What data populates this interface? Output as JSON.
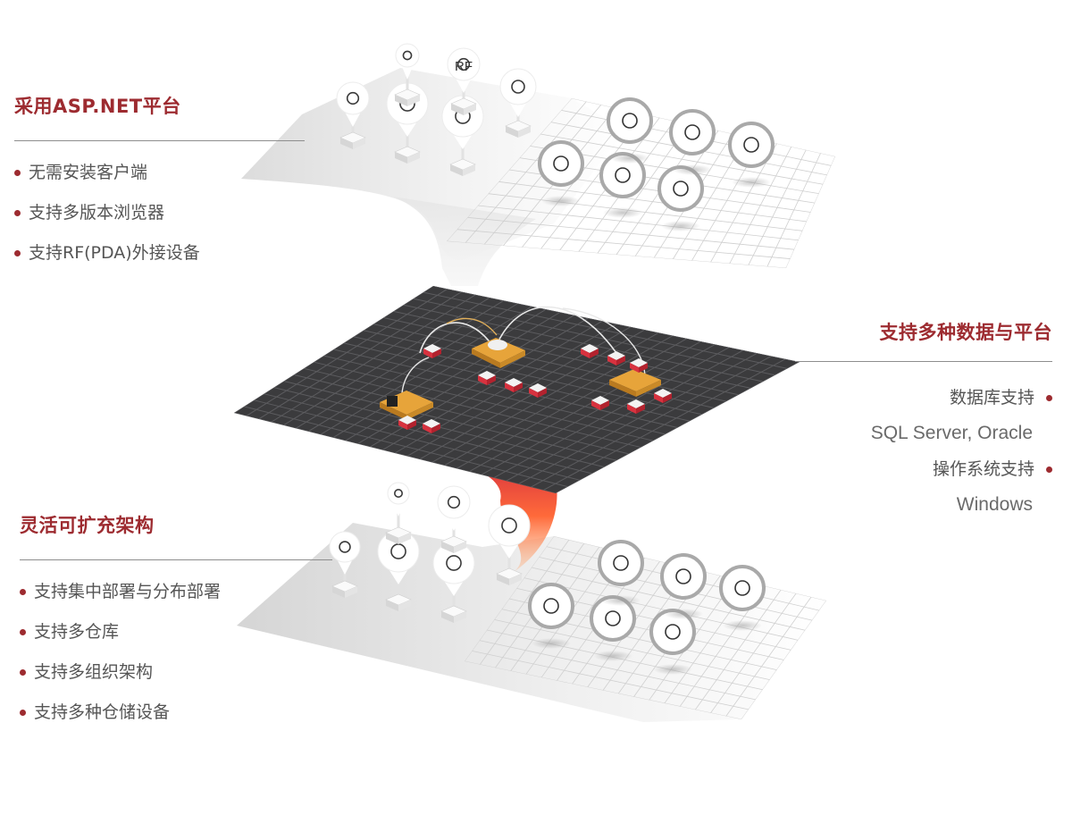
{
  "top_section": {
    "heading": "采用ASP.NET平台",
    "items": [
      "无需安装客户端",
      "支持多版本浏览器",
      "支持RF(PDA)外接设备"
    ],
    "pin_text": "RF"
  },
  "middle_section": {
    "heading": "支持多种数据与平台",
    "items": [
      {
        "text": "数据库支持",
        "bullet": true
      },
      {
        "text": "SQL Server, Oracle",
        "bullet": false
      },
      {
        "text": "操作系统支持",
        "bullet": true
      },
      {
        "text": "Windows",
        "bullet": false
      }
    ]
  },
  "bottom_section": {
    "heading": "灵活可扩充架构",
    "items": [
      "支持集中部署与分布部署",
      "支持多仓库",
      "支持多组织架构",
      "支持多种仓储设备"
    ]
  },
  "colors": {
    "accent": "#9d2b30",
    "text": "#555555",
    "dark_plane": "#3b3b3d",
    "icon_ring": "#a9a9a9",
    "red_box": "#d8323f",
    "orange_box": "#e7a43a",
    "beam_top": "#ff7a3d",
    "beam_bottom": "#d8323f"
  },
  "icons": {
    "top_pins": [
      "cloud-refresh-icon",
      "layers-icon",
      "share-icon",
      "stack-hand-icon",
      "globe-icon"
    ],
    "top_circles": [
      "document-icon",
      "shield-icon",
      "atom-icon",
      "chart-board-icon",
      "camera-icon",
      "user-chat-icon"
    ],
    "bottom_pins": [
      "fingerprint-icon",
      "server-list-icon",
      "menu-list-icon",
      "sun-icon",
      "target-doc-icon",
      "swap-icon"
    ],
    "bottom_circles": [
      "cloud-icon",
      "wifi-signal-icon",
      "chat-bubbles-icon",
      "hand-chart-icon",
      "thumbs-up-icon",
      "presenter-icon"
    ]
  }
}
